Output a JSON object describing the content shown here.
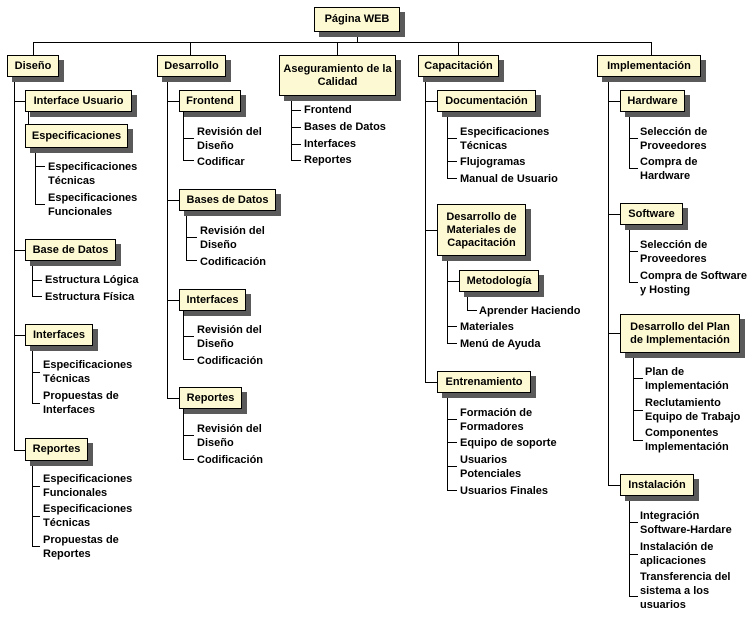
{
  "root": "Página WEB",
  "columns": {
    "diseno": {
      "title": "Diseño",
      "interface_usuario": "Interface Usuario",
      "especificaciones": "Especificaciones",
      "esp_tecnicas": "Especificaciones Técnicas",
      "esp_funcionales": "Especificaciones Funcionales",
      "base_datos": "Base de Datos",
      "estructura_logica": "Estructura Lógica",
      "estructura_fisica": "Estructura Física",
      "interfaces": "Interfaces",
      "int_esp_tecnicas": "Especificaciones Técnicas",
      "int_propuestas": "Propuestas de Interfaces",
      "reportes": "Reportes",
      "rep_esp_funcionales": "Especificaciones Funcionales",
      "rep_esp_tecnicas": "Especificaciones Técnicas",
      "rep_propuestas": "Propuestas de Reportes"
    },
    "desarrollo": {
      "title": "Desarrollo",
      "frontend": "Frontend",
      "fe_revision": "Revisión del Diseño",
      "fe_codificar": "Codificar",
      "bases_datos": "Bases de Datos",
      "bd_revision": "Revisión del Diseño",
      "bd_codificacion": "Codificación",
      "interfaces": "Interfaces",
      "in_revision": "Revisión del Diseño",
      "in_codificacion": "Codificación",
      "reportes": "Reportes",
      "re_revision": "Revisión del Diseño",
      "re_codificacion": "Codificación"
    },
    "aseguramiento": {
      "title": "Aseguramiento de la Calidad",
      "frontend": "Frontend",
      "bases_datos": "Bases de Datos",
      "interfaces": "Interfaces",
      "reportes": "Reportes"
    },
    "capacitacion": {
      "title": "Capacitación",
      "documentacion": "Documentación",
      "doc_especificaciones": "Especificaciones Técnicas",
      "doc_flujogramas": "Flujogramas",
      "doc_manual": "Manual de Usuario",
      "desarrollo_materiales": "Desarrollo de Materiales de Capacitación",
      "metodologia": "Metodología",
      "aprender_haciendo": "Aprender Haciendo",
      "materiales": "Materiales",
      "menu_ayuda": "Menú de Ayuda",
      "entrenamiento": "Entrenamiento",
      "ent_formacion": "Formación de Formadores",
      "ent_equipo": "Equipo de soporte",
      "ent_potenciales": "Usuarios Potenciales",
      "ent_finales": "Usuarios Finales"
    },
    "implementacion": {
      "title": "Implementación",
      "hardware": "Hardware",
      "hw_seleccion": "Selección de Proveedores",
      "hw_compra": "Compra de Hardware",
      "software": "Software",
      "sw_seleccion": "Selección de Proveedores",
      "sw_compra": "Compra de Software y Hosting",
      "plan": "Desarrollo del Plan de Implementación",
      "plan_plan": "Plan de Implementación",
      "plan_reclutamiento": "Reclutamiento Equipo de Trabajo",
      "plan_componentes": "Componentes Implementación",
      "instalacion": "Instalación",
      "ins_integracion": "Integración Software-Hardare",
      "ins_aplicaciones": "Instalación de aplicaciones",
      "ins_transferencia": "Transferencia del sistema a los usuarios"
    }
  }
}
